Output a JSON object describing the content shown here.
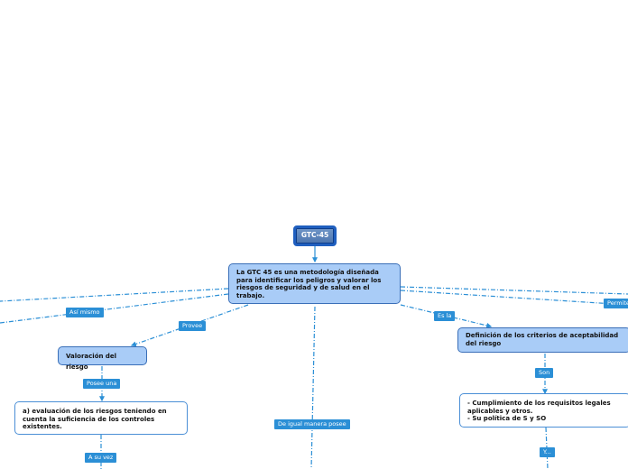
{
  "nodes": {
    "root": "GTC-45",
    "main": "La GTC 45 es una metodología diseñada para identificar los peligros y valorar los riesgos de seguridad y de salud en el trabajo.",
    "valoracion": "Valoración del riesgo",
    "evaluacion": "a) evaluación de los riesgos teniendo en cuenta la suficiencia de los controles existentes.",
    "definicion": "Definición de los criterios de aceptabilidad del riesgo",
    "cumplimiento_1": "- Cumplimiento de los requisitos legales aplicables y otros.",
    "cumplimiento_2": "- Su política de S y SO"
  },
  "labels": {
    "asi_mismo": "Así mismo",
    "provee": "Provee",
    "es_la": "Es la",
    "permite": "Permite",
    "posee_una": "Posee una",
    "de_igual": "De igual manera posee",
    "son": "Son",
    "a_su_vez": "A su vez",
    "y": "Y..."
  },
  "colors": {
    "link": "#2b8fd6",
    "node_blue": "#a9ccf7",
    "root_border": "#1f5fbf"
  }
}
